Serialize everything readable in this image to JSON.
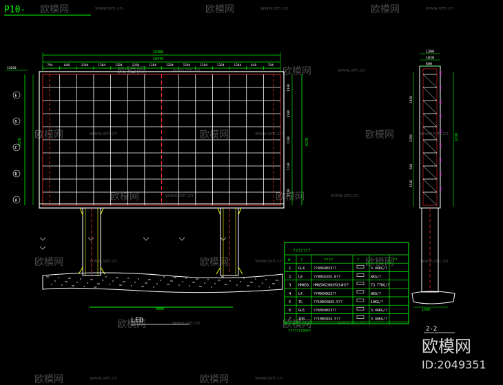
{
  "sheet_title": "P10-",
  "main_caption": "LED",
  "section_caption": "2-2",
  "front_view": {
    "overall_width": "16380",
    "inner_width": "16470",
    "module_labels": [
      "794",
      "648",
      "1284",
      "1284",
      "1284",
      "1284",
      "1284",
      "1284",
      "1284",
      "1284",
      "1284",
      "1284",
      "648",
      "794"
    ],
    "left_height": "8270",
    "right_height": "8270",
    "right_segments": [
      "1130",
      "1130",
      "1130",
      "1130",
      "1130"
    ],
    "row_letters": [
      "E",
      "D",
      "C",
      "B",
      "A"
    ],
    "left_small": "15030",
    "bottom_base_width": "9000"
  },
  "side_view": {
    "top_dims": [
      "1300",
      "1020",
      "600"
    ],
    "left_dims": [
      "2950",
      "2150",
      "560",
      "1520"
    ],
    "right_total": "6330",
    "bottom_width": "1500"
  },
  "material_table": {
    "title": "???????",
    "header": [
      "#",
      "?",
      "????",
      "?",
      "??"
    ],
    "rows": [
      {
        "no": "1",
        "code": "GL4",
        "spec": "??40X40X3??",
        "weight": "3.46KG/?"
      },
      {
        "no": "2",
        "code": "L8",
        "spec": "??80X43X5.0??",
        "weight": "8KG/?"
      },
      {
        "no": "3",
        "code": "HM450",
        "spec": "HM450X200X9X14H??",
        "weight": "73.77KG/?"
      },
      {
        "no": "4",
        "code": "L4",
        "spec": "??40X40X3??",
        "weight": "8KG/?"
      },
      {
        "no": "5",
        "code": "TG",
        "spec": "??100X48X5.5??",
        "weight": "10KG/?"
      },
      {
        "no": "6",
        "code": "GL6",
        "spec": "??60X40X3??",
        "weight": "3.46KG/?"
      },
      {
        "no": "7",
        "code": "ID0",
        "spec": "??100X8X4.5??",
        "weight": "3.46KG/?"
      }
    ],
    "footnote": "????????H??"
  },
  "watermark": {
    "brand": "欧模网",
    "url": "www.om.cn",
    "id_text": "ID:2049351"
  },
  "colors": {
    "background": "#000000",
    "frame": "#ffffff",
    "dimension": "#00ff00",
    "red_line": "#ff3030",
    "magenta": "#ff00ff",
    "cyan": "#00ffff",
    "yellow": "#ffff00"
  }
}
